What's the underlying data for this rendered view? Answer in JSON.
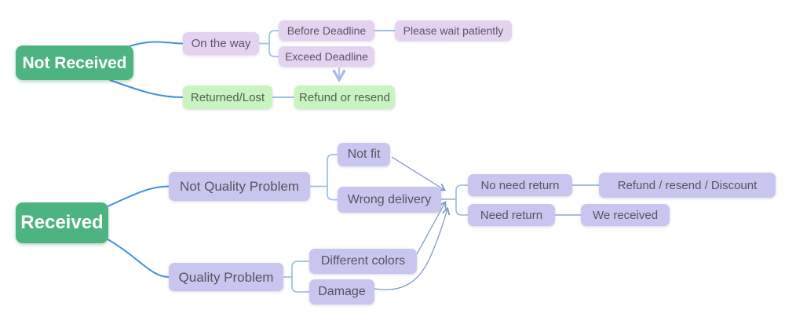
{
  "colors": {
    "root_green": "#4CB381",
    "lavender_box": "#E4D2F1",
    "mint_box": "#C9F3C0",
    "periwinkle_box": "#C8C6EF",
    "branch_curve_blue": "#4191D9",
    "elbow_line_blue": "#9CC3E8",
    "link_line_blue": "#8FB6E4",
    "arrow_line_slate": "#7E98C8",
    "down_arrow_periwinkle": "#A9BAE8"
  },
  "flowchart": {
    "not_received_tree": {
      "root": {
        "label": "Not Received"
      },
      "on_the_way": {
        "label": "On the way"
      },
      "before_deadline": {
        "label": "Before Deadline"
      },
      "exceed_deadline": {
        "label": "Exceed Deadline"
      },
      "please_wait_patiently": {
        "label": "Please wait patiently"
      },
      "returned_lost": {
        "label": "Returned/Lost"
      },
      "refund_or_resend": {
        "label": "Refund or resend"
      }
    },
    "received_tree": {
      "root": {
        "label": "Received"
      },
      "not_quality_problem": {
        "label": "Not Quality Problem"
      },
      "not_fit": {
        "label": "Not fit"
      },
      "wrong_delivery": {
        "label": "Wrong delivery"
      },
      "quality_problem": {
        "label": "Quality Problem"
      },
      "different_colors": {
        "label": "Different colors"
      },
      "damage": {
        "label": "Damage"
      },
      "no_need_return": {
        "label": "No need return"
      },
      "refund_resend_discount": {
        "label": "Refund / resend / Discount"
      },
      "need_return": {
        "label": "Need return"
      },
      "we_received": {
        "label": "We received"
      }
    },
    "edges": [
      {
        "from": "Not Received",
        "to": "On the way",
        "style": "curve"
      },
      {
        "from": "Not Received",
        "to": "Returned/Lost",
        "style": "curve"
      },
      {
        "from": "On the way",
        "to": "Before Deadline",
        "style": "elbow"
      },
      {
        "from": "On the way",
        "to": "Exceed Deadline",
        "style": "elbow"
      },
      {
        "from": "Before Deadline",
        "to": "Please wait patiently",
        "style": "line"
      },
      {
        "from": "Exceed Deadline",
        "to": "Refund or resend",
        "style": "arrow-down"
      },
      {
        "from": "Returned/Lost",
        "to": "Refund or resend",
        "style": "line"
      },
      {
        "from": "Received",
        "to": "Not Quality Problem",
        "style": "curve"
      },
      {
        "from": "Received",
        "to": "Quality Problem",
        "style": "curve"
      },
      {
        "from": "Not Quality Problem",
        "to": "Not fit",
        "style": "elbow"
      },
      {
        "from": "Not Quality Problem",
        "to": "Wrong delivery",
        "style": "elbow"
      },
      {
        "from": "Quality Problem",
        "to": "Different colors",
        "style": "elbow"
      },
      {
        "from": "Quality Problem",
        "to": "Damage",
        "style": "elbow"
      },
      {
        "from": "Not fit",
        "to": "return-junction",
        "style": "arrow"
      },
      {
        "from": "Wrong delivery",
        "to": "return-junction",
        "style": "line"
      },
      {
        "from": "Different colors",
        "to": "return-junction",
        "style": "arrow"
      },
      {
        "from": "Damage",
        "to": "return-junction",
        "style": "arrow-curve"
      },
      {
        "from": "return-junction",
        "to": "No need return",
        "style": "elbow"
      },
      {
        "from": "return-junction",
        "to": "Need return",
        "style": "elbow"
      },
      {
        "from": "No need return",
        "to": "Refund / resend / Discount",
        "style": "line"
      },
      {
        "from": "Need return",
        "to": "We received",
        "style": "line"
      }
    ]
  }
}
